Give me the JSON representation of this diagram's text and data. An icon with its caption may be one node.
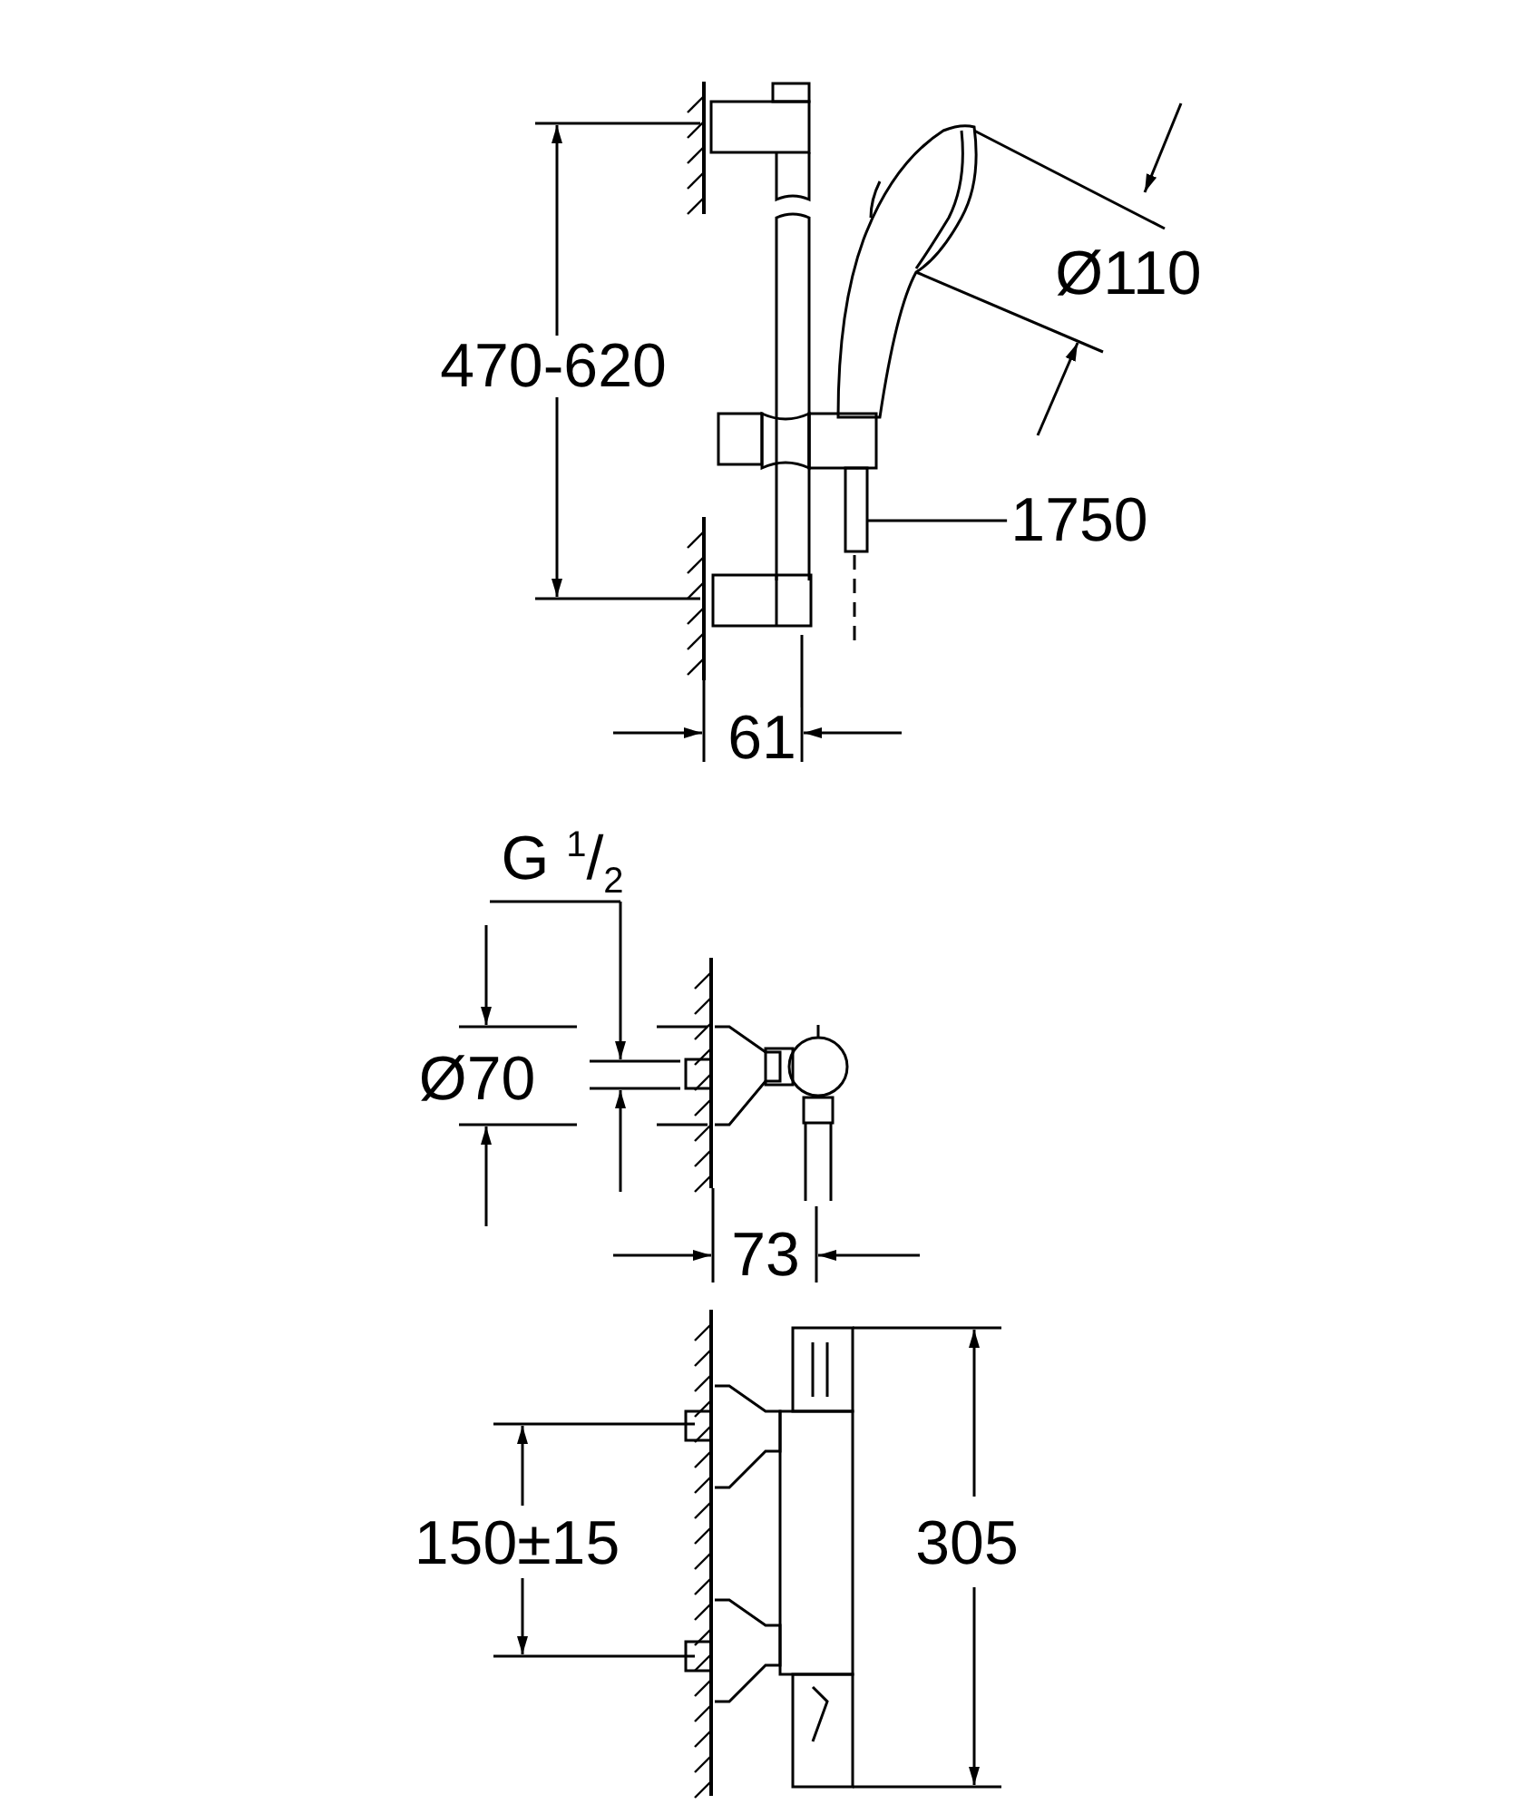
{
  "diagram": {
    "nodes": [
      {
        "text": [
          "1750"
        ]
      },
      {
        "text": [],
        "shape": "bar"
      }
    ],
    "edges": [
      {
        "from": 0,
        "to": 1,
        "arrow": "none"
      }
    ],
    "labels": [
      "470-620",
      "Ø110",
      "61",
      "G $^{1}$/$_{2}$",
      "Ø70",
      "73",
      "150±15",
      "305"
    ]
  }
}
